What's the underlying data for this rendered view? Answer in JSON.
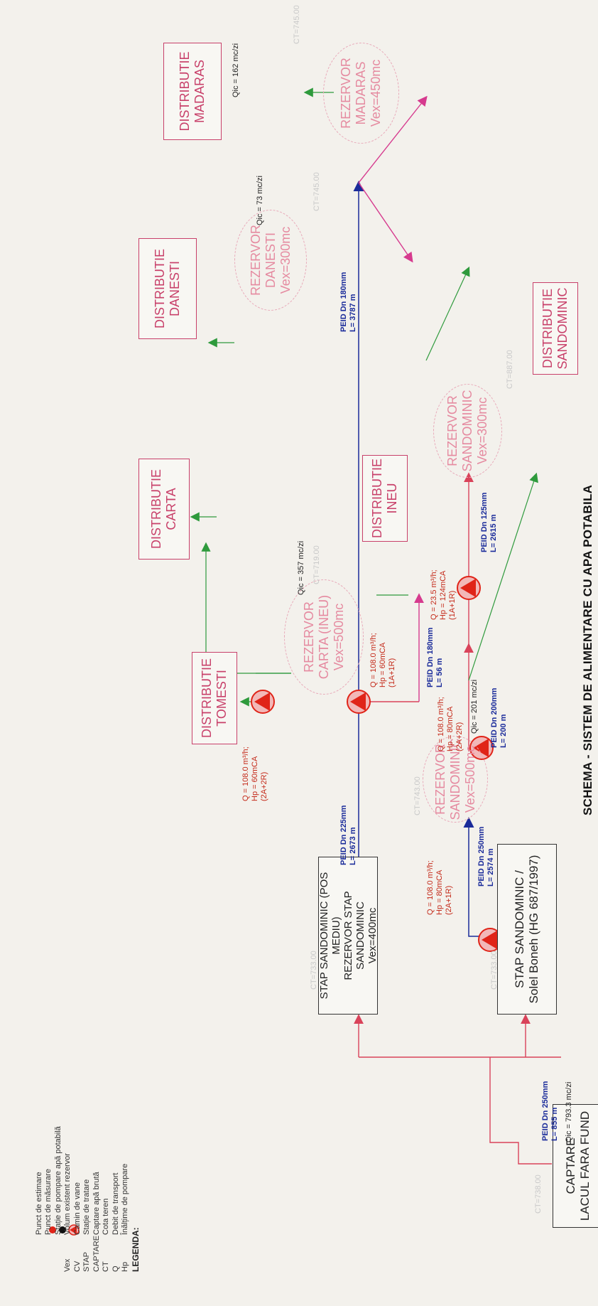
{
  "title": "SCHEMA - SISTEM DE ALIMENTARE CU APA POTABILA",
  "nodes": {
    "captare": {
      "l1": "CAPTARE",
      "l2": "LACUL FARA FUND",
      "ct": "CT=738.00"
    },
    "stap1": {
      "l1": "STAP SANDOMINIC /",
      "l2": "Solel Boneh (HG 687/1997)",
      "ct": "CT=733.00"
    },
    "stap2": {
      "l1": "STAP SANDOMINIC (POS MEDIU)",
      "l2": "REZERVOR STAP SANDOMINIC",
      "l3": "Vex=400mc",
      "ct": "CT=733.00"
    },
    "rez_sand1": {
      "l1": "REZERVOR",
      "l2": "SANDOMINIC",
      "l3": "Vex=500mc",
      "ct": "CT=743.00"
    },
    "rez_sand2": {
      "l1": "REZERVOR",
      "l2": "SANDOMINIC",
      "l3": "Vex=300mc",
      "ct": "CT=887.00"
    },
    "rez_carta": {
      "l1": "REZERVOR",
      "l2": "CARTA (INEU)",
      "l3": "Vex=500mc",
      "ct": "CT=719.00"
    },
    "rez_danesti": {
      "l1": "REZERVOR",
      "l2": "DANESTI",
      "l3": "Vex=300mc",
      "ct": "CT=745.00"
    },
    "rez_madaras": {
      "l1": "REZERVOR",
      "l2": "MADARAS",
      "l3": "Vex=450mc",
      "ct": "CT=745.00"
    },
    "dist_sand": {
      "l1": "DISTRIBUTIE",
      "l2": "SANDOMINIC"
    },
    "dist_ineu": {
      "l1": "DISTRIBUTIE",
      "l2": "INEU"
    },
    "dist_carta": {
      "l1": "DISTRIBUTIE",
      "l2": "CARTA"
    },
    "dist_tomesti": {
      "l1": "DISTRIBUTIE",
      "l2": "TOMESTI"
    },
    "dist_danesti": {
      "l1": "DISTRIBUTIE",
      "l2": "DANESTI"
    },
    "dist_madaras": {
      "l1": "DISTRIBUTIE",
      "l2": "MADARAS"
    }
  },
  "pipes": {
    "p_captare": {
      "l1": "PEID Dn 250mm",
      "l2": "L= 855 m"
    },
    "p_stap_rez": {
      "l1": "PEID Dn 250mm",
      "l2": "L= 2574 m"
    },
    "p_rez_pump": {
      "l1": "PEID Dn 200mm",
      "l2": "L= 200 m"
    },
    "p_pump_rez2": {
      "l1": "PEID Dn 125mm",
      "l2": "L= 2615 m"
    },
    "p_stap2": {
      "l1": "PEID Dn 225mm",
      "l2": "L= 2673 m"
    },
    "p_carta": {
      "l1": "PEID Dn 180mm",
      "l2": "L= 56 m"
    },
    "p_danesti": {
      "l1": "PEID Dn 180mm",
      "l2": "L= 3787 m"
    }
  },
  "flows": {
    "q_captare": "Qic = 793.3 mc/zi",
    "q_sand": "Qic = 201 mc/zi",
    "q_carta": "Qic = 357 mc/zi",
    "q_danesti": "Qic = 73 mc/zi",
    "q_madaras": "Qic = 162 mc/zi"
  },
  "pumps": {
    "pu1": {
      "l1": "Q = 108.0 m³/h;",
      "l2": "Hp = 80mCA",
      "l3": "(2A+1R)"
    },
    "pu2": {
      "l1": "Q = 108.0 m³/h;",
      "l2": "Hp = 80mCA",
      "l3": "(2A+2R)"
    },
    "pu3": {
      "l1": "Q = 23.5 m³/h;",
      "l2": "Hp = 124mCA",
      "l3": "(1A+1R)"
    },
    "pu4": {
      "l1": "Q = 108.0 m³/h;",
      "l2": "Hp = 60mCA",
      "l3": "(1A+1R)"
    },
    "pu5": {
      "l1": "Q = 108.0 m³/h;",
      "l2": "Hp = 60mCA",
      "l3": "(2A+2R)"
    }
  },
  "legend": {
    "heading": "LEGENDA:",
    "items": [
      {
        "key": "Hp",
        "desc": "Înălțime de pompare"
      },
      {
        "key": "Q",
        "desc": "Debit de transport"
      },
      {
        "key": "CT",
        "desc": "Cota teren"
      },
      {
        "key": "CAPTARE",
        "desc": "Captare apă brută"
      },
      {
        "key": "STAP",
        "desc": "Stație de tratare"
      },
      {
        "key": "CV",
        "desc": "Camin de vane"
      },
      {
        "key": "Vex",
        "desc": "Volum existent rezervor"
      },
      {
        "key": "",
        "desc": "Stație de pompare apă potabilă"
      },
      {
        "key": "",
        "desc": "Punct de măsurare"
      },
      {
        "key": "",
        "desc": "Punct de estimare"
      }
    ]
  },
  "colors": {
    "pipe_main": "#1a2b9a",
    "pipe_red": "#d9435a",
    "pipe_pink": "#d63a8e",
    "dist": "#2e9a3c",
    "pump": "#e02418"
  }
}
